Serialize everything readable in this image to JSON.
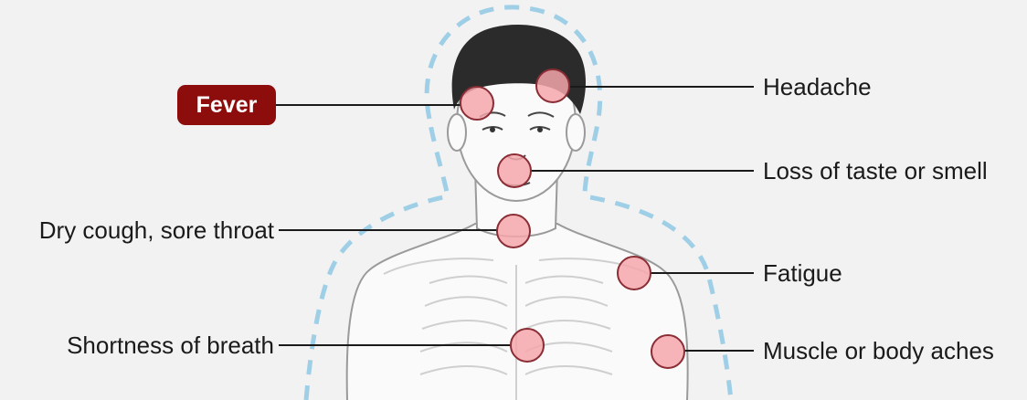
{
  "symptoms": {
    "fever": "Fever",
    "headache": "Headache",
    "loss_taste_smell": "Loss of taste or smell",
    "dry_cough": "Dry cough, sore throat",
    "fatigue": "Fatigue",
    "shortness_breath": "Shortness of breath",
    "muscle_aches": "Muscle or body aches"
  },
  "colors": {
    "background": "#f2f2f2",
    "highlight_badge": "#8d0d0d",
    "marker_fill": "#f4a6ac",
    "marker_stroke": "#8a2d35",
    "aura": "#9fcfe6",
    "hair": "#2b2b2b",
    "line": "#1a1a1a"
  }
}
